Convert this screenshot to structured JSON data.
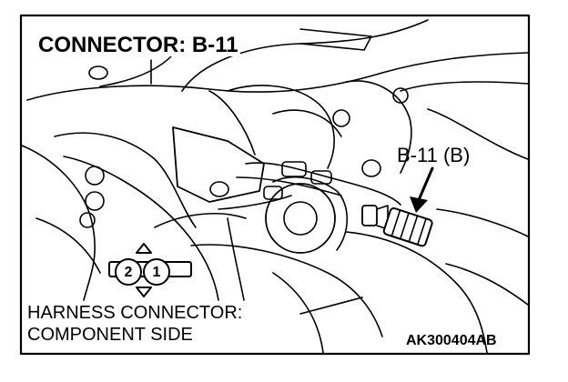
{
  "diagram": {
    "title": "CONNECTOR: B-11",
    "callout": "B-11 (B)",
    "harness_line1": "HARNESS CONNECTOR:",
    "harness_line2": "COMPONENT SIDE",
    "figure_code": "AK300404AB",
    "pins": [
      "2",
      "1"
    ]
  },
  "colors": {
    "ink": "#000000",
    "paper": "#ffffff"
  }
}
